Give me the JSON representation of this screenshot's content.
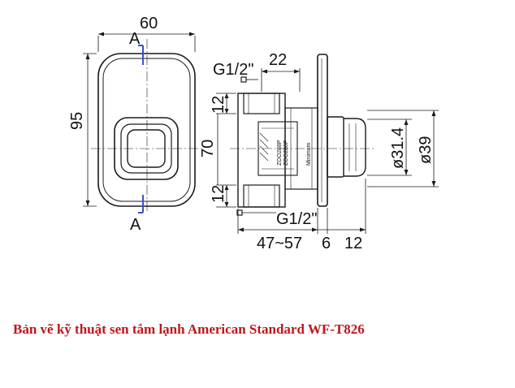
{
  "front_view": {
    "width_label": "60",
    "height_label": "95",
    "section_top": "A",
    "section_bottom": "A"
  },
  "side_view": {
    "thread_top": "G1/2\"",
    "thread_bottom": "G1/2\"",
    "offset_label": "22",
    "port_top": "12",
    "port_bottom": "12",
    "body_height": "70",
    "dia_inner": "ø31.4",
    "dia_outer": "ø39",
    "depth_range": "47~57",
    "plate_thickness": "6",
    "handle_depth": "12",
    "body_mark_1": "ZOO288P",
    "body_mark_2": "ZOO288P",
    "body_mark_3": "Minimum"
  },
  "caption": "Bản vẽ kỹ thuật sen tắm lạnh American Standard WF-T826",
  "colors": {
    "line": "#1a1a1a",
    "caption": "#c0161b"
  }
}
